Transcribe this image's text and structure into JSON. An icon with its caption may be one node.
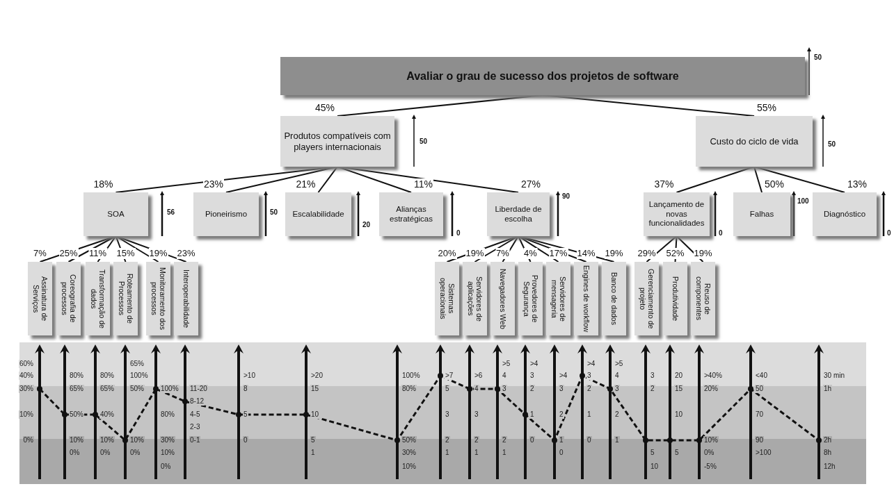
{
  "diagram": {
    "nodes": [
      {
        "text": [
          "Avaliar o grau de sucesso dos projetos de software"
        ],
        "beside": [
          "50"
        ]
      },
      {
        "text": [
          "Produtos compatíveis com players internacionais"
        ],
        "beside": [
          "45%",
          "50"
        ]
      },
      {
        "text": [
          "Custo do ciclo de vida"
        ],
        "beside": [
          "55%",
          "50"
        ]
      },
      {
        "text": [
          "SOA"
        ],
        "beside": [
          "18%",
          "56"
        ]
      },
      {
        "text": [
          "Pioneirismo"
        ],
        "beside": [
          "23%",
          "50"
        ]
      },
      {
        "text": [
          "Escalabilidade"
        ],
        "beside": [
          "21%",
          "20"
        ]
      },
      {
        "text": [
          "Alianças estratégicas"
        ],
        "beside": [
          "11%",
          "0"
        ]
      },
      {
        "text": [
          "Liberdade de escolha"
        ],
        "beside": [
          "27%",
          "90"
        ]
      },
      {
        "text": [
          "Lançamento de novas funcionalidades"
        ],
        "beside": [
          "37%",
          "0"
        ]
      },
      {
        "text": [
          "Falhas"
        ],
        "beside": [
          "50%",
          "100"
        ]
      },
      {
        "text": [
          "Diagnóstico"
        ],
        "beside": [
          "13%",
          "0"
        ]
      },
      {
        "text": [
          "Assinatura de Serviços"
        ],
        "beside": [
          "7%"
        ]
      },
      {
        "text": [
          "Coreografia de processos"
        ],
        "beside": [
          "25%"
        ]
      },
      {
        "text": [
          "Transformação de dados"
        ],
        "beside": [
          "11%"
        ]
      },
      {
        "text": [
          "Roteamento de Processos"
        ],
        "beside": [
          "15%"
        ]
      },
      {
        "text": [
          "Monitoramento dos processos"
        ],
        "beside": [
          "19%"
        ]
      },
      {
        "text": [
          "Interoperabilidade"
        ],
        "beside": [
          "23%"
        ]
      },
      {
        "text": [
          "Sistemas operacionais"
        ],
        "beside": [
          "20%"
        ]
      },
      {
        "text": [
          "Servidores de aplicações"
        ],
        "beside": [
          "19%"
        ]
      },
      {
        "text": [
          "Navegadores Web"
        ],
        "beside": [
          "7%"
        ]
      },
      {
        "text": [
          "Provedores de Segurança"
        ],
        "beside": [
          "4%"
        ]
      },
      {
        "text": [
          "Servidores de mensageria"
        ],
        "beside": [
          "17%"
        ]
      },
      {
        "text": [
          "Engines de workflow"
        ],
        "beside": [
          "14%"
        ]
      },
      {
        "text": [
          "Banco de dados"
        ],
        "beside": [
          "19%"
        ]
      },
      {
        "text": [
          "Gerenciamento de projeto"
        ],
        "beside": [
          "29%"
        ]
      },
      {
        "text": [
          "Produtividade"
        ],
        "beside": [
          "52%"
        ]
      },
      {
        "text": [
          "Reuso de componentes"
        ],
        "beside": [
          "19%"
        ]
      }
    ],
    "edges": [
      {
        "from": 0,
        "to": 1,
        "arrow": "none"
      },
      {
        "from": 0,
        "to": 2,
        "arrow": "none"
      },
      {
        "from": 1,
        "to": 3,
        "arrow": "none"
      },
      {
        "from": 1,
        "to": 4,
        "arrow": "none"
      },
      {
        "from": 1,
        "to": 5,
        "arrow": "none"
      },
      {
        "from": 1,
        "to": 6,
        "arrow": "none"
      },
      {
        "from": 1,
        "to": 7,
        "arrow": "none"
      },
      {
        "from": 2,
        "to": 8,
        "arrow": "none"
      },
      {
        "from": 2,
        "to": 9,
        "arrow": "none"
      },
      {
        "from": 2,
        "to": 10,
        "arrow": "none"
      },
      {
        "from": 3,
        "to": 11,
        "arrow": "none"
      },
      {
        "from": 3,
        "to": 12,
        "arrow": "none"
      },
      {
        "from": 3,
        "to": 13,
        "arrow": "none"
      },
      {
        "from": 3,
        "to": 14,
        "arrow": "none"
      },
      {
        "from": 3,
        "to": 15,
        "arrow": "none"
      },
      {
        "from": 3,
        "to": 16,
        "arrow": "none"
      },
      {
        "from": 7,
        "to": 17,
        "arrow": "none"
      },
      {
        "from": 7,
        "to": 18,
        "arrow": "none"
      },
      {
        "from": 7,
        "to": 19,
        "arrow": "none"
      },
      {
        "from": 7,
        "to": 20,
        "arrow": "none"
      },
      {
        "from": 7,
        "to": 21,
        "arrow": "none"
      },
      {
        "from": 7,
        "to": 22,
        "arrow": "none"
      },
      {
        "from": 7,
        "to": 23,
        "arrow": "none"
      },
      {
        "from": 8,
        "to": 24,
        "arrow": "none"
      },
      {
        "from": 8,
        "to": 25,
        "arrow": "none"
      },
      {
        "from": 8,
        "to": 26,
        "arrow": "none"
      }
    ],
    "labels": [
      "60%",
      "40%",
      "30%",
      "10%",
      "0%",
      "80%",
      "65%",
      "50%",
      "10%",
      "0%",
      "80%",
      "65%",
      "40%",
      "10%",
      "0%",
      "65%",
      "100%",
      "50%",
      "10%",
      "0%",
      "100%",
      "80%",
      "30%",
      "10%",
      "0%",
      "11-20",
      "8-12",
      "4-5",
      "2-3",
      "0-1",
      ">10",
      "8",
      "5",
      "0",
      ">20",
      "15",
      "10",
      "5",
      "1",
      "100%",
      "80%",
      "50%",
      "30%",
      "10%",
      ">7",
      "5",
      "3",
      "2",
      "1",
      ">6",
      "4",
      "3",
      "2",
      "1",
      ">5",
      "4",
      "3",
      "2",
      "1",
      ">4",
      "3",
      "2",
      "1",
      "0",
      ">4",
      "3",
      "2",
      "1",
      "0",
      ">4",
      "3",
      "2",
      "1",
      "0",
      ">5",
      "4",
      "3",
      "2",
      "1",
      "3",
      "2",
      "5",
      "10",
      "20",
      "15",
      "10",
      "5",
      ">40%",
      "20%",
      "10%",
      "0%",
      "-5%",
      "<40",
      "50",
      "70",
      "90",
      ">100",
      "30 min",
      "1h",
      "2h",
      "8h",
      "12h"
    ]
  }
}
